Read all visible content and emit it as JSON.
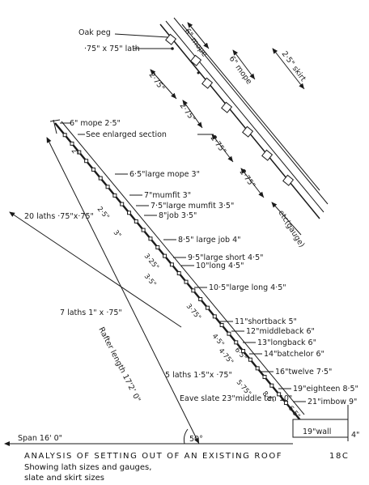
{
  "labels": {
    "oak_peg": "Oak peg",
    "lath_detail": "·75\" x 75\" lath",
    "mope_top": "6\" mope",
    "mope_second": "6\" mope",
    "skirt": "2·5\" skirt",
    "gauge_1": "2·75\"",
    "gauge_2": "2·75\"",
    "gauge_3": "2·75\"",
    "gauge_4": "2·75\"",
    "gauge_etc": "etc(gauge)",
    "mope_head": "6\" mope 2·5\"",
    "see_enlarged": "See enlarged section",
    "laths_20": "20 laths ·75\"x·75\"",
    "laths_7": "7 laths 1\" x ·75\"",
    "laths_5": "5 laths 1·5\"x ·75\"",
    "rafter_length": "Rafter length 17'2’ 0\"",
    "span": "Span 16' 0\"",
    "angle": "50°",
    "wall": "19\"wall",
    "wall_dim": "4\"",
    "eave_slate": "Eave slate 23\"middle ten 10\""
  },
  "slates": [
    {
      "label": "6·5\"large mope 3\""
    },
    {
      "label": "7\"mumfit 3\""
    },
    {
      "label": "7·5\"large mumfit 3·5\""
    },
    {
      "label": "8\"job 3·5\""
    },
    {
      "label": "8·5\" large job 4\""
    },
    {
      "label": "9·5\"large short 4·5\""
    },
    {
      "label": "10\"long 4·5\""
    },
    {
      "label": "10·5\"large long 4·5\""
    },
    {
      "label": "11\"shortback 5\""
    },
    {
      "label": "12\"middleback 6\""
    },
    {
      "label": "13\"longback 6\""
    },
    {
      "label": "14\"batchelor 6\""
    },
    {
      "label": "16\"twelve 7·5\""
    },
    {
      "label": "19\"eighteen 8·5\""
    },
    {
      "label": "21\"imbow 9\""
    }
  ],
  "gauges": [
    {
      "label": "2\""
    },
    {
      "label": "2·5\""
    },
    {
      "label": "3\""
    },
    {
      "label": "3·25\""
    },
    {
      "label": "3·5\""
    },
    {
      "label": "3·75\""
    },
    {
      "label": "4·5\""
    },
    {
      "label": "4·75\""
    },
    {
      "label": "5·75\""
    },
    {
      "label": "6·5\""
    },
    {
      "label": "8·5\""
    },
    {
      "label": "6·5\""
    }
  ],
  "caption": {
    "title": "ANALYSIS OF SETTING OUT OF AN EXISTING ROOF",
    "figure_number": "18C",
    "line2": "Showing lath sizes and gauges,",
    "line3": "slate and skirt sizes"
  }
}
